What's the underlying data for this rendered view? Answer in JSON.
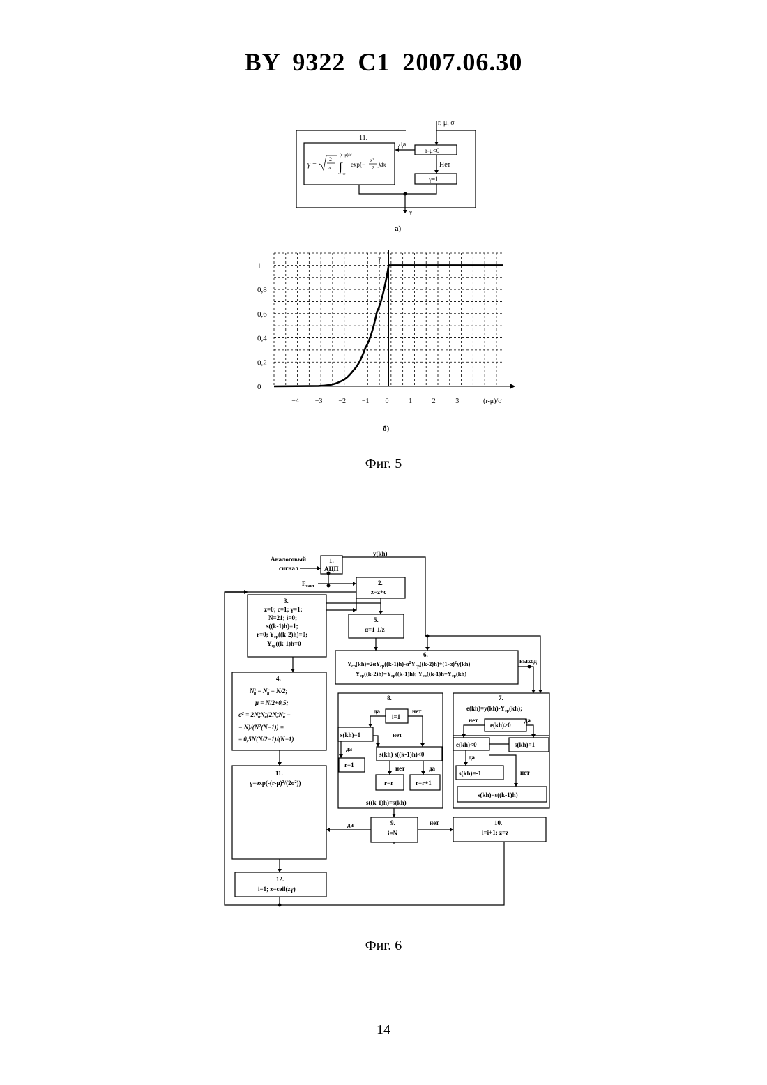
{
  "header": "BY 9322 C1 2007.06.30",
  "fig5": {
    "panel_a": {
      "inputs": "r, μ, σ",
      "block_num": "11.",
      "formula": {
        "lhs": "γ =",
        "sqrt_num": "2",
        "sqrt_den": "π",
        "int_upper": "(r−μ)/σ",
        "int_lower": "−∞",
        "integrand": "exp(−",
        "x2": "x²",
        "two": "2",
        "tail": ")dx"
      },
      "yes": "Да",
      "no": "Нет",
      "cond": "r-μ<0",
      "gamma_one": "γ=1",
      "output": "γ",
      "label": "а)"
    },
    "chart": {
      "ylabel": "γ",
      "xlabel": "(r-μ)/σ",
      "yticks": [
        "1",
        "0,8",
        "0,6",
        "0,4",
        "0,2",
        "0"
      ],
      "xticks": [
        "−4",
        "−3",
        "−2",
        "−1",
        "0",
        "1",
        "2",
        "3"
      ],
      "label": "б)"
    },
    "caption": "Фиг. 5"
  },
  "chart_data": {
    "type": "line",
    "title": "",
    "xlabel": "(r-μ)/σ",
    "ylabel": "γ",
    "xlim": [
      -4.9,
      4.9
    ],
    "ylim": [
      0,
      1.1
    ],
    "grid": true,
    "series": [
      {
        "x": [
          -4.9,
          -3.0,
          -2.5,
          -2.0,
          -1.5,
          -1.0,
          -0.5,
          0.0,
          4.9
        ],
        "y": [
          0,
          0.003,
          0.012,
          0.046,
          0.134,
          0.317,
          0.617,
          1.0,
          1.0
        ]
      }
    ]
  },
  "fig6": {
    "analog_1": "Аналоговый",
    "analog_2": "сигнал",
    "ftakt": "F",
    "ftakt_sub": "такт",
    "ykh": "y(kh)",
    "vyhod": "выход",
    "b1": {
      "num": "1.",
      "text": "АЦП"
    },
    "b2": {
      "num": "2.",
      "text": "z=z+c"
    },
    "b3": {
      "num": "3.",
      "lines": [
        "z=0; c=1; γ=1;",
        "N=21; i=0;",
        "s((k-1)h)=1;",
        "r=0; Y",
        "ср",
        "((k-2)h)=0;",
        "Y",
        "ср",
        "((k-1)h=0"
      ]
    },
    "b4": {
      "num": "4.",
      "lines": [
        "N",
        "+",
        "н",
        " = N",
        "−",
        "н",
        " = N/2;",
        "μ = N/2+0,5;",
        "σ",
        "2",
        " = 2N",
        "+",
        "н",
        "N",
        "−",
        "н",
        "(2N",
        "+",
        "н",
        "N",
        "−",
        "н",
        " −",
        "− N)/(N",
        "2",
        "(N−1)) =",
        "= 0,5N(N/2−1)/(N−1)"
      ]
    },
    "b5": {
      "num": "5.",
      "text": "α=1-1/z"
    },
    "b6": {
      "num": "6.",
      "line1": "Y",
      "sub": "ср",
      "a": "(kh)=2αY",
      "b": "((k-1)h)-α",
      "sup": "2",
      "c": "Y",
      "d": "((k-2)h)+(1-α)",
      "e": "y(kh)",
      "line2a": "Y",
      "line2b": "((k-2)h)=Y",
      "line2c": "((k-1)h); Y",
      "line2d": "((k-1)h=Y",
      "line2e": "(kh)"
    },
    "b7": {
      "num": "7.",
      "line1": "e(kh)=y(kh)-Y",
      "line1b": "(kh);",
      "net": "нет",
      "da": "да",
      "cond1": "e(kh)>0",
      "s_minus1": "s(kh)=1",
      "cond2": "e(kh)<0",
      "da2": "да",
      "s_m1": "s(kh)=-1",
      "net2": "нет",
      "s_prev": "s(kh)=s((k-1)h)"
    },
    "b8": {
      "num": "8.",
      "da": "да",
      "i1": "i=1",
      "net": "нет",
      "s1": "s(kh)=1",
      "net2": "нет",
      "da2": "да",
      "r1": "r=1",
      "cond": "s(kh) s((k-1)h)<0",
      "net3": "нет",
      "da3": "да",
      "rr": "r=r",
      "rr1": "r=r+1",
      "bottom": "s((k-1)h)=s(kh)"
    },
    "b9": {
      "num": "9.",
      "text": "i=N",
      "yes": "да",
      "no": "нет"
    },
    "b10": {
      "num": "10.",
      "text": "i=i+1; z=z"
    },
    "b11": {
      "num": "11.",
      "text": "γ=exp(-(r-μ)",
      "sup": "2",
      "tail": "/(2σ",
      "sup2": "2",
      "end": "))"
    },
    "b12": {
      "num": "12.",
      "text": "i=1; z=ceil(zγ)"
    },
    "caption": "Фиг. 6"
  },
  "page_number": "14"
}
